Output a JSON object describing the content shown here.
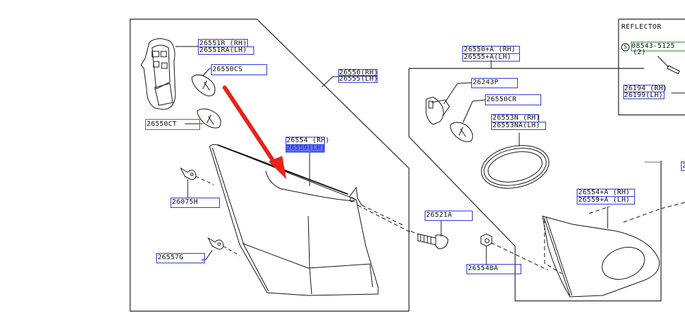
{
  "diagram": {
    "type": "exploded-parts-diagram",
    "subject": "Rear combination lamp",
    "colors": {
      "label_box": "#2a36d6",
      "label_box_alt": "#2e8b2e",
      "selected_fill": "#4655f0",
      "pointer_arrow": "#e8231a",
      "line_art": "#111111"
    },
    "reflector_inset": {
      "title": "REFLECTOR",
      "screw": {
        "symbol": "S",
        "part": "08543-5125",
        "qty": "(2)"
      },
      "reflector": {
        "rh": "26194 (RH)",
        "lh": "26199(LH)"
      }
    },
    "parts": {
      "socket": {
        "rh": "26551R (RH)",
        "lh": "26551RA(LH)"
      },
      "bulb_stop": "26550CS",
      "bulb_turn": "26550CT",
      "lamp_assy": {
        "rh": "26550(RH)",
        "lh": "26555(LH)"
      },
      "lens_body": {
        "rh": "26554 (RH)",
        "lh": "26559(LH)"
      },
      "clip_upper": "26075H",
      "clip_lower": "26557G",
      "inner_lamp_assy": {
        "rh": "26550+A (RH)",
        "lh": "26555+A(LH)"
      },
      "inner_socket": "26243P",
      "inner_bulb": "26550CR",
      "gasket": {
        "rh": "26553N (RH)",
        "lh": "26553NA(LH)"
      },
      "inner_lens_body": {
        "rh": "26554+A (RH)",
        "lh": "26559+A (LH)"
      },
      "bolt": "26521A",
      "nut": "26554BA",
      "edge_label_fragment": "2"
    }
  }
}
